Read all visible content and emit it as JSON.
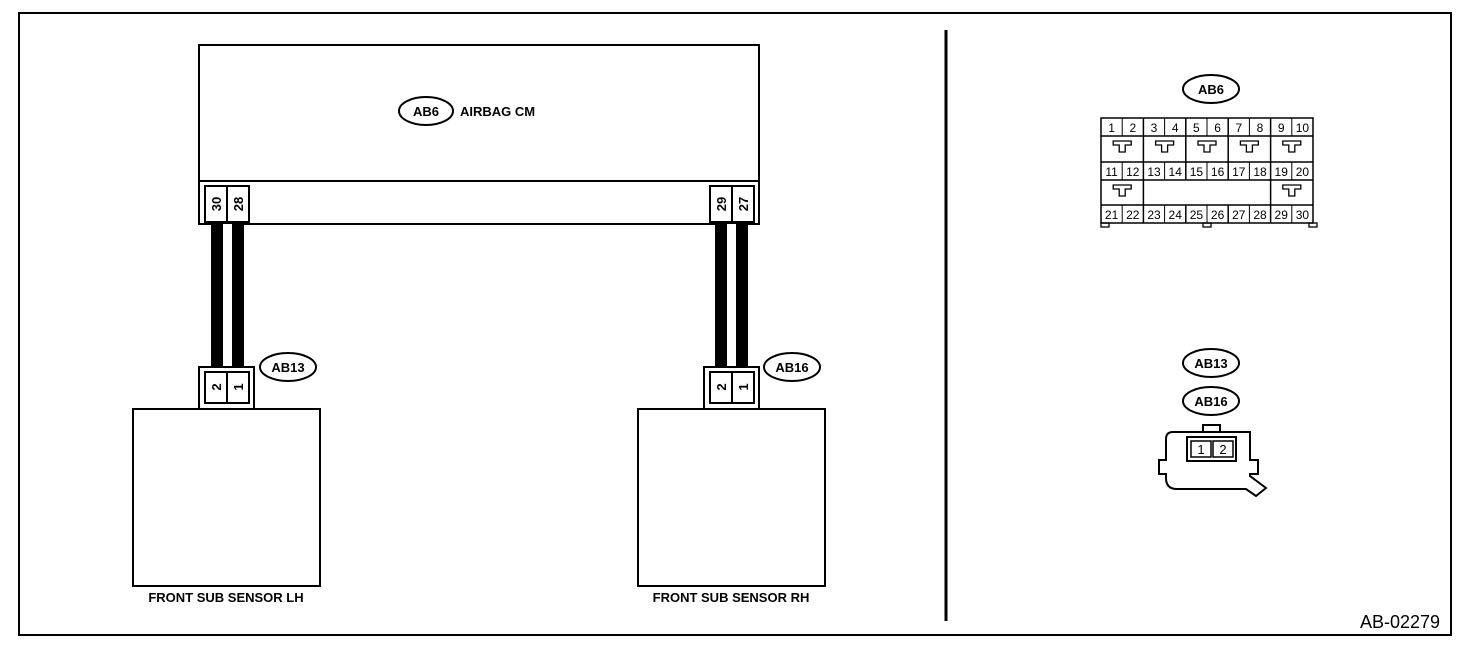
{
  "control_module": {
    "code": "AB6",
    "label": "AIRBAG CM",
    "pins": [
      "30",
      "28",
      "29",
      "27"
    ]
  },
  "left_sensor": {
    "code": "AB13",
    "pins": [
      "2",
      "1"
    ],
    "label": "FRONT SUB SENSOR LH"
  },
  "right_sensor": {
    "code": "AB16",
    "pins": [
      "2",
      "1"
    ],
    "label": "FRONT SUB SENSOR RH"
  },
  "connector_view_ab6": {
    "code": "AB6",
    "row_top": [
      "1",
      "2",
      "3",
      "4",
      "5",
      "6",
      "7",
      "8",
      "9",
      "10"
    ],
    "row_mid": [
      "11",
      "12",
      "13",
      "14",
      "15",
      "16",
      "17",
      "18",
      "19",
      "20"
    ],
    "row_bot": [
      "21",
      "22",
      "23",
      "24",
      "25",
      "26",
      "27",
      "28",
      "29",
      "30"
    ]
  },
  "connector_view_sensor": {
    "codes": [
      "AB13",
      "AB16"
    ],
    "pins": [
      "1",
      "2"
    ]
  },
  "figure_id": "AB-02279"
}
